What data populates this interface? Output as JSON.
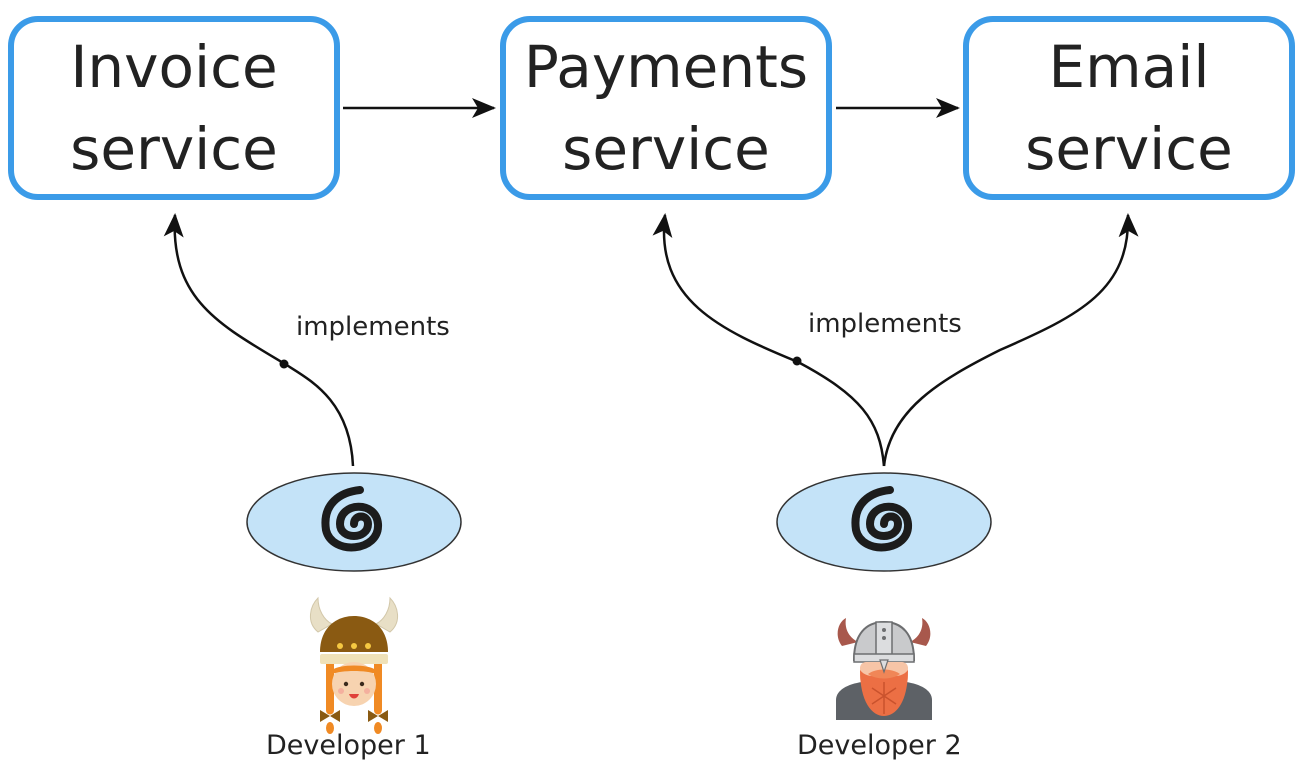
{
  "services": [
    {
      "line1": "Invoice",
      "line2": "service"
    },
    {
      "line1": "Payments",
      "line2": "service"
    },
    {
      "line1": "Email",
      "line2": "service"
    }
  ],
  "edge_labels": [
    "implements",
    "implements"
  ],
  "developers": [
    {
      "name": "Developer 1",
      "avatar_icon": "viking-girl-icon",
      "tool_icon": "spiral-logo-icon"
    },
    {
      "name": "Developer 2",
      "avatar_icon": "viking-man-icon",
      "tool_icon": "spiral-logo-icon"
    }
  ],
  "colors": {
    "service_border": "#3b9be8",
    "ellipse_fill": "#c4e3f8",
    "edge": "#111111"
  }
}
